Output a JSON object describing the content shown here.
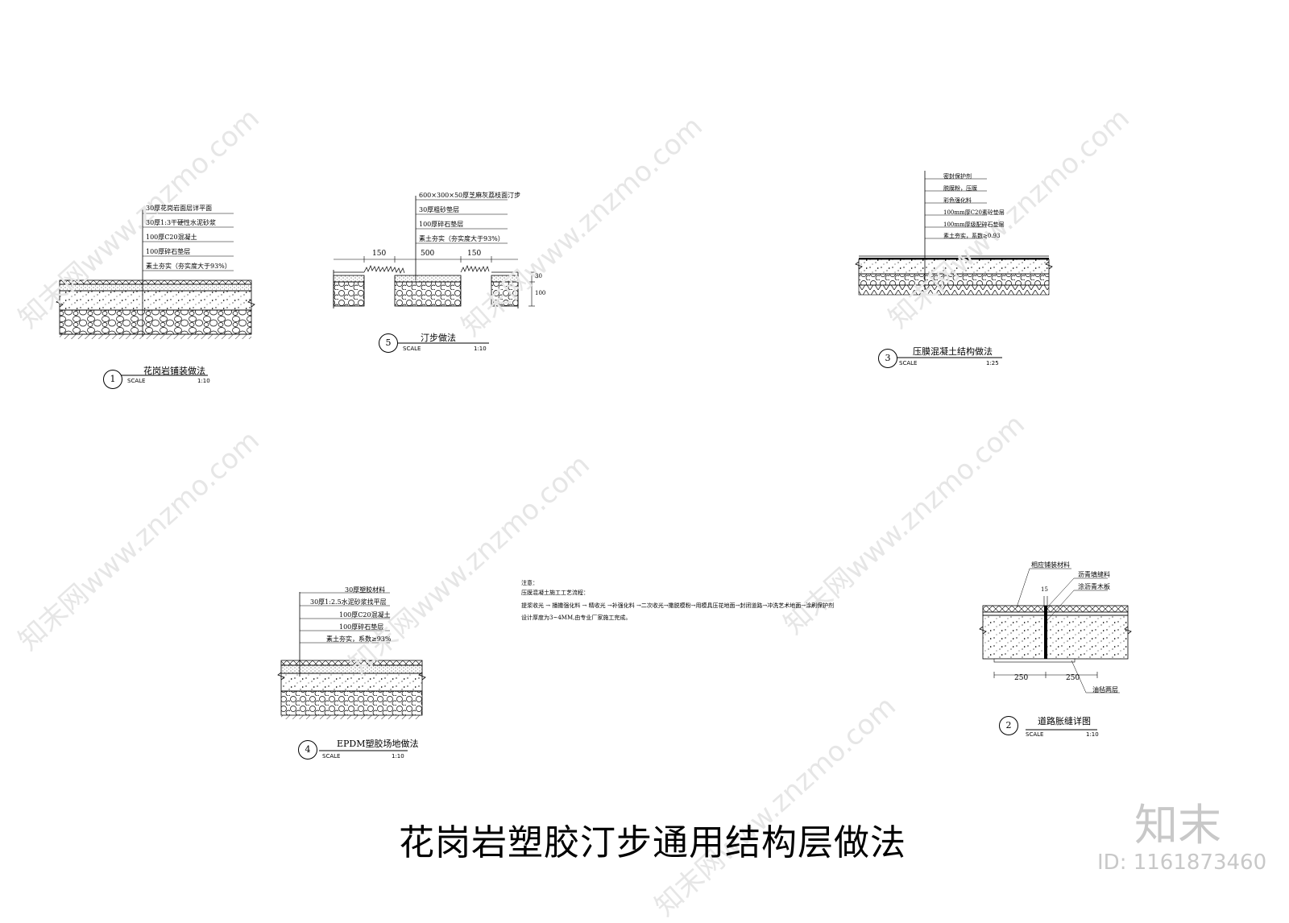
{
  "title": "花岗岩塑胶汀步通用结构层做法",
  "brand": "知末",
  "image_id": "ID: 1161873460",
  "watermark": "知末网www.znzmo.com",
  "details": {
    "d1": {
      "num": "1",
      "caption": "花岗岩铺装做法",
      "scale_label": "SCALE",
      "scale": "1:10",
      "layers": [
        "30厚花岗岩面层详平面",
        "30厚1:3干硬性水泥砂浆",
        "100厚C20混凝土",
        "100厚碎石垫层",
        "素土夯实（夯实度大于93%）"
      ]
    },
    "d5": {
      "num": "5",
      "caption": "汀步做法",
      "scale_label": "SCALE",
      "scale": "1:10",
      "layers": [
        "600×300×50厚芝麻灰荔枝面汀步",
        "30厚粗砂垫层",
        "100厚碎石垫层",
        "素土夯实（夯实度大于93%）"
      ],
      "dims": [
        "150",
        "500",
        "150"
      ],
      "vdims": [
        "30",
        "100"
      ]
    },
    "d3": {
      "num": "3",
      "caption": "压膜混凝土结构做法",
      "scale_label": "SCALE",
      "scale": "1:25",
      "layers": [
        "密封保护剂",
        "脱膜粉，压膜",
        "彩色强化料",
        "100mm厚C20素砼垫层",
        "100mm厚级配碎石垫层",
        "素土夯实，系数≥0.93"
      ]
    },
    "d4": {
      "num": "4",
      "caption": "EPDM塑胶场地做法",
      "scale_label": "SCALE",
      "scale": "1:10",
      "layers": [
        "30厚塑胶材料",
        "30厚1:2.5水泥砂浆找平层",
        "100厚C20混凝土",
        "100厚碎石垫层",
        "素土夯实，系数≥93%"
      ]
    },
    "d2": {
      "num": "2",
      "caption": "道路胀缝详图",
      "scale_label": "SCALE",
      "scale": "1:10",
      "labels": {
        "top": "相应铺装材料",
        "r1": "沥青填缝料",
        "r2": "涂沥青木板",
        "bottom": "油毡两层",
        "gap": "15"
      },
      "dims": [
        "250",
        "250"
      ]
    }
  },
  "notes": [
    "注意：",
    "压膜混凝土施工工艺流程：",
    "提浆收光 → 播撒强化料 → 精收光 →补强化料 →二次收光→撒脱模粉→用模具压花地面→封闭道路→冲洗艺术地面→涂刷保护剂",
    "设计厚度为3~4MM,由专业厂家施工完成。"
  ]
}
